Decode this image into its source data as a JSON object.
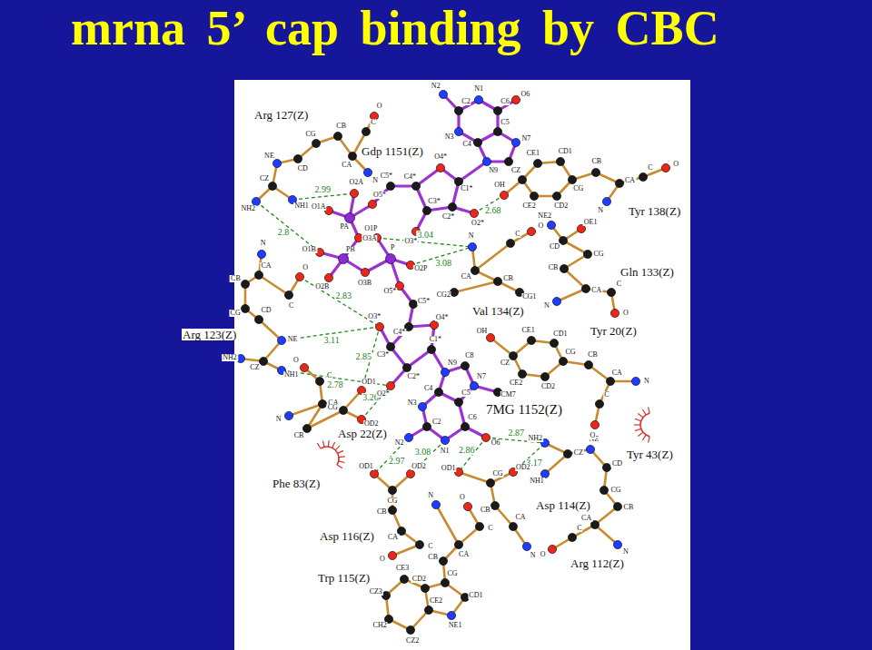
{
  "diagram": {
    "title": "mrna 5’ cap binding by CBC",
    "labels": [
      "Gdp 1151(Z)",
      "Arg 127(Z)",
      "Tyr 138(Z)",
      "Gln 133(Z)",
      "Val 134(Z)",
      "Arg 123(Z)",
      "Tyr 20(Z)",
      "7MG 1152(Z)",
      "Asp 22(Z)",
      "Tyr 43(Z)",
      "Phe 83(Z)",
      "Asp 114(Z)",
      "Asp 116(Z)",
      "Arg 112(Z)",
      "Trp 115(Z)",
      "2.68",
      "2.99",
      "2.8",
      "3.04",
      "3.08",
      "2.83",
      "3.11",
      "2.78",
      "3.26",
      "2.85",
      "2.97",
      "3.08",
      "2.86",
      "2.87",
      "3.17",
      "N2",
      "C2",
      "N1",
      "C6",
      "O6",
      "C5",
      "C4",
      "N3",
      "N7",
      "C8",
      "N9",
      "C1*",
      "O4*",
      "C4*",
      "C3*",
      "C2*",
      "O2*",
      "O3*",
      "C5*",
      "O5*",
      "PA",
      "O1A",
      "O2A",
      "O3A",
      "PB",
      "O1B",
      "O2B",
      "O3B",
      "P",
      "O1P",
      "O2P",
      "O5*",
      "C5*",
      "C4*",
      "O4*",
      "C3*",
      "O3*",
      "C2*",
      "O2*",
      "C1*",
      "N9",
      "C8",
      "N7",
      "CM7",
      "C5",
      "C4",
      "N3",
      "C2",
      "N2",
      "N1",
      "C6",
      "O6",
      "O",
      "C",
      "CA",
      "N",
      "CB",
      "CG",
      "CD",
      "NE",
      "CZ",
      "NH1",
      "NH2",
      "N",
      "CA",
      "CB",
      "C",
      "O",
      "CG",
      "CD",
      "NE",
      "CZ",
      "NH1",
      "NH2",
      "O",
      "C",
      "CA",
      "N",
      "CB",
      "CG",
      "OD1",
      "OD2",
      "OD1",
      "OD2",
      "CG",
      "CB",
      "CA",
      "C",
      "O",
      "N",
      "CA",
      "C",
      "O",
      "CB",
      "CG",
      "CD1",
      "NE1",
      "CE2",
      "CD2",
      "CE3",
      "CZ3",
      "CH2",
      "CZ2",
      "OD1",
      "OD2",
      "CG",
      "CB",
      "CA",
      "N",
      "NH2",
      "CZ",
      "NH1",
      "NE",
      "CD",
      "CG",
      "CB",
      "CA",
      "N",
      "C",
      "O",
      "OH",
      "CZ",
      "CE1",
      "CD1",
      "CG",
      "CD2",
      "CE2",
      "CB",
      "CA",
      "N",
      "C",
      "O",
      "NE2",
      "CD",
      "OE1",
      "CG",
      "CB",
      "CA",
      "N",
      "C",
      "O",
      "N",
      "CA",
      "CB",
      "CG1",
      "CG2",
      "C",
      "O",
      "OH",
      "CZ",
      "CE1",
      "CD1",
      "CG",
      "CD2",
      "CE2",
      "CB",
      "CA",
      "C",
      "O",
      "N"
    ]
  }
}
